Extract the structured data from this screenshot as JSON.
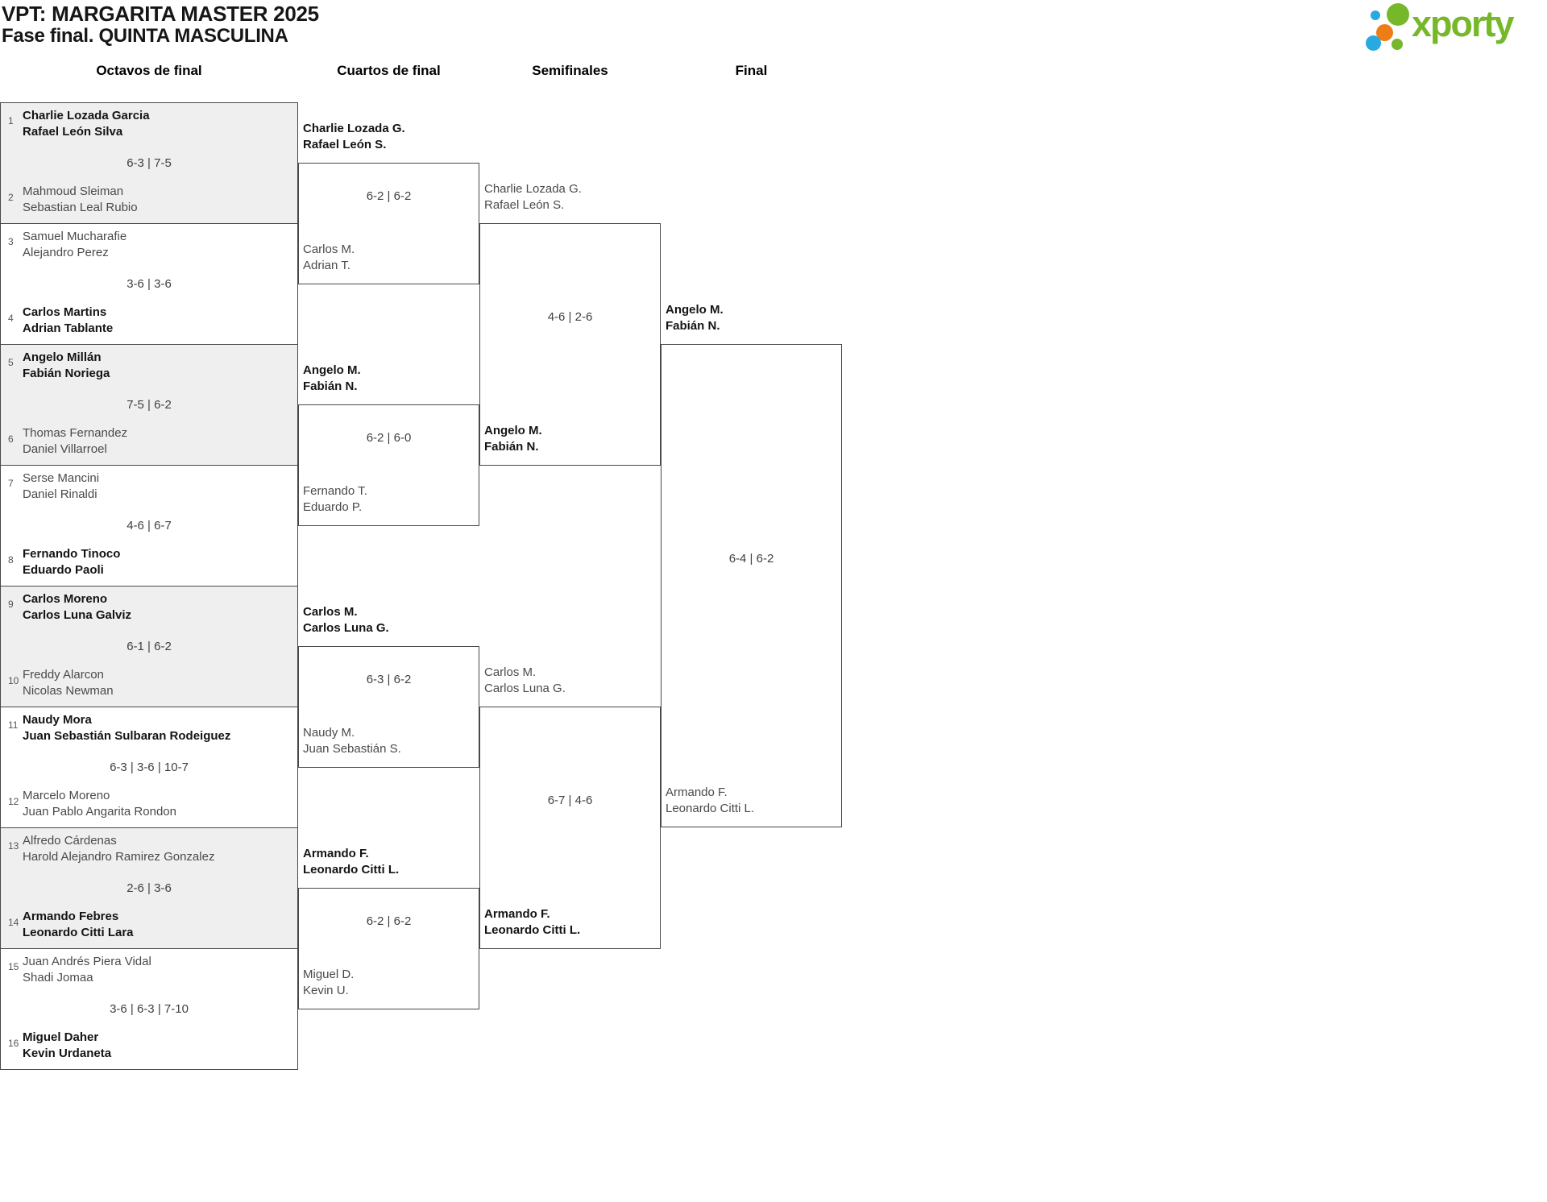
{
  "header": {
    "title": "VPT: MARGARITA MASTER 2025",
    "subtitle": "Fase final. QUINTA MASCULINA",
    "logo_text": "xporty"
  },
  "colors": {
    "logo_green": "#76b82a",
    "logo_blue": "#2aa9e0",
    "logo_orange": "#ee7d17",
    "box_shaded_bg": "#efefef",
    "box_border": "#484848",
    "winner_text": "#141414",
    "loser_text": "#4a4a4a"
  },
  "rounds": [
    {
      "label": "Octavos de final"
    },
    {
      "label": "Cuartos de final"
    },
    {
      "label": "Semifinales"
    },
    {
      "label": "Final"
    }
  ],
  "octavos": [
    {
      "seed_top": "1",
      "team_top": "Charlie Lozada Garcia\nRafael León Silva",
      "top_winner": true,
      "score": "6-3 | 7-5",
      "seed_bottom": "2",
      "team_bottom": "Mahmoud Sleiman\nSebastian Leal Rubio",
      "bottom_winner": false,
      "shaded": true
    },
    {
      "seed_top": "3",
      "team_top": "Samuel Mucharafie\nAlejandro Perez",
      "top_winner": false,
      "score": "3-6 | 3-6",
      "seed_bottom": "4",
      "team_bottom": "Carlos Martins\nAdrian Tablante",
      "bottom_winner": true,
      "shaded": false
    },
    {
      "seed_top": "5",
      "team_top": "Angelo Millán\nFabián Noriega",
      "top_winner": true,
      "score": "7-5 | 6-2",
      "seed_bottom": "6",
      "team_bottom": "Thomas Fernandez\nDaniel Villarroel",
      "bottom_winner": false,
      "shaded": true
    },
    {
      "seed_top": "7",
      "team_top": "Serse Mancini\nDaniel Rinaldi",
      "top_winner": false,
      "score": "4-6 | 6-7",
      "seed_bottom": "8",
      "team_bottom": "Fernando Tinoco\nEduardo Paoli",
      "bottom_winner": true,
      "shaded": false
    },
    {
      "seed_top": "9",
      "team_top": "Carlos Moreno\nCarlos Luna Galviz",
      "top_winner": true,
      "score": "6-1 | 6-2",
      "seed_bottom": "10",
      "team_bottom": "Freddy Alarcon\nNicolas Newman",
      "bottom_winner": false,
      "shaded": true
    },
    {
      "seed_top": "11",
      "team_top": "Naudy Mora\nJuan Sebastián Sulbaran Rodeiguez",
      "top_winner": true,
      "score": "6-3 | 3-6 | 10-7",
      "seed_bottom": "12",
      "team_bottom": "Marcelo Moreno\nJuan Pablo Angarita Rondon",
      "bottom_winner": false,
      "shaded": false
    },
    {
      "seed_top": "13",
      "team_top": "Alfredo Cárdenas\nHarold Alejandro Ramirez Gonzalez",
      "top_winner": false,
      "score": "2-6 | 3-6",
      "seed_bottom": "14",
      "team_bottom": "Armando Febres\nLeonardo Citti Lara",
      "bottom_winner": true,
      "shaded": true
    },
    {
      "seed_top": "15",
      "team_top": "Juan Andrés Piera Vidal\nShadi Jomaa",
      "top_winner": false,
      "score": "3-6 | 6-3 | 7-10",
      "seed_bottom": "16",
      "team_bottom": "Miguel Daher\nKevin Urdaneta",
      "bottom_winner": true,
      "shaded": false
    }
  ],
  "cuartos": [
    {
      "team_top": "Charlie Lozada G.\nRafael León S.",
      "top_winner": true,
      "score": "6-2 | 6-2",
      "team_bottom": "Carlos M.\nAdrian T.",
      "bottom_winner": false
    },
    {
      "team_top": "Angelo M.\nFabián N.",
      "top_winner": true,
      "score": "6-2 | 6-0",
      "team_bottom": "Fernando T.\nEduardo P.",
      "bottom_winner": false
    },
    {
      "team_top": "Carlos M.\nCarlos Luna G.",
      "top_winner": true,
      "score": "6-3 | 6-2",
      "team_bottom": "Naudy M.\nJuan Sebastián S.",
      "bottom_winner": false
    },
    {
      "team_top": "Armando F.\nLeonardo Citti L.",
      "top_winner": true,
      "score": "6-2 | 6-2",
      "team_bottom": "Miguel D.\nKevin U.",
      "bottom_winner": false
    }
  ],
  "semifinales": [
    {
      "team_top": "Charlie Lozada G.\nRafael León S.",
      "top_winner": false,
      "score": "4-6 | 2-6",
      "team_bottom": "Angelo M.\nFabián N.",
      "bottom_winner": true
    },
    {
      "team_top": "Carlos M.\nCarlos Luna G.",
      "top_winner": false,
      "score": "6-7 | 4-6",
      "team_bottom": "Armando F.\nLeonardo Citti L.",
      "bottom_winner": true
    }
  ],
  "final": {
    "team_top": "Angelo M.\nFabián N.",
    "top_winner": true,
    "score": "6-4 | 6-2",
    "team_bottom": "Armando F.\nLeonardo Citti L.",
    "bottom_winner": false
  }
}
